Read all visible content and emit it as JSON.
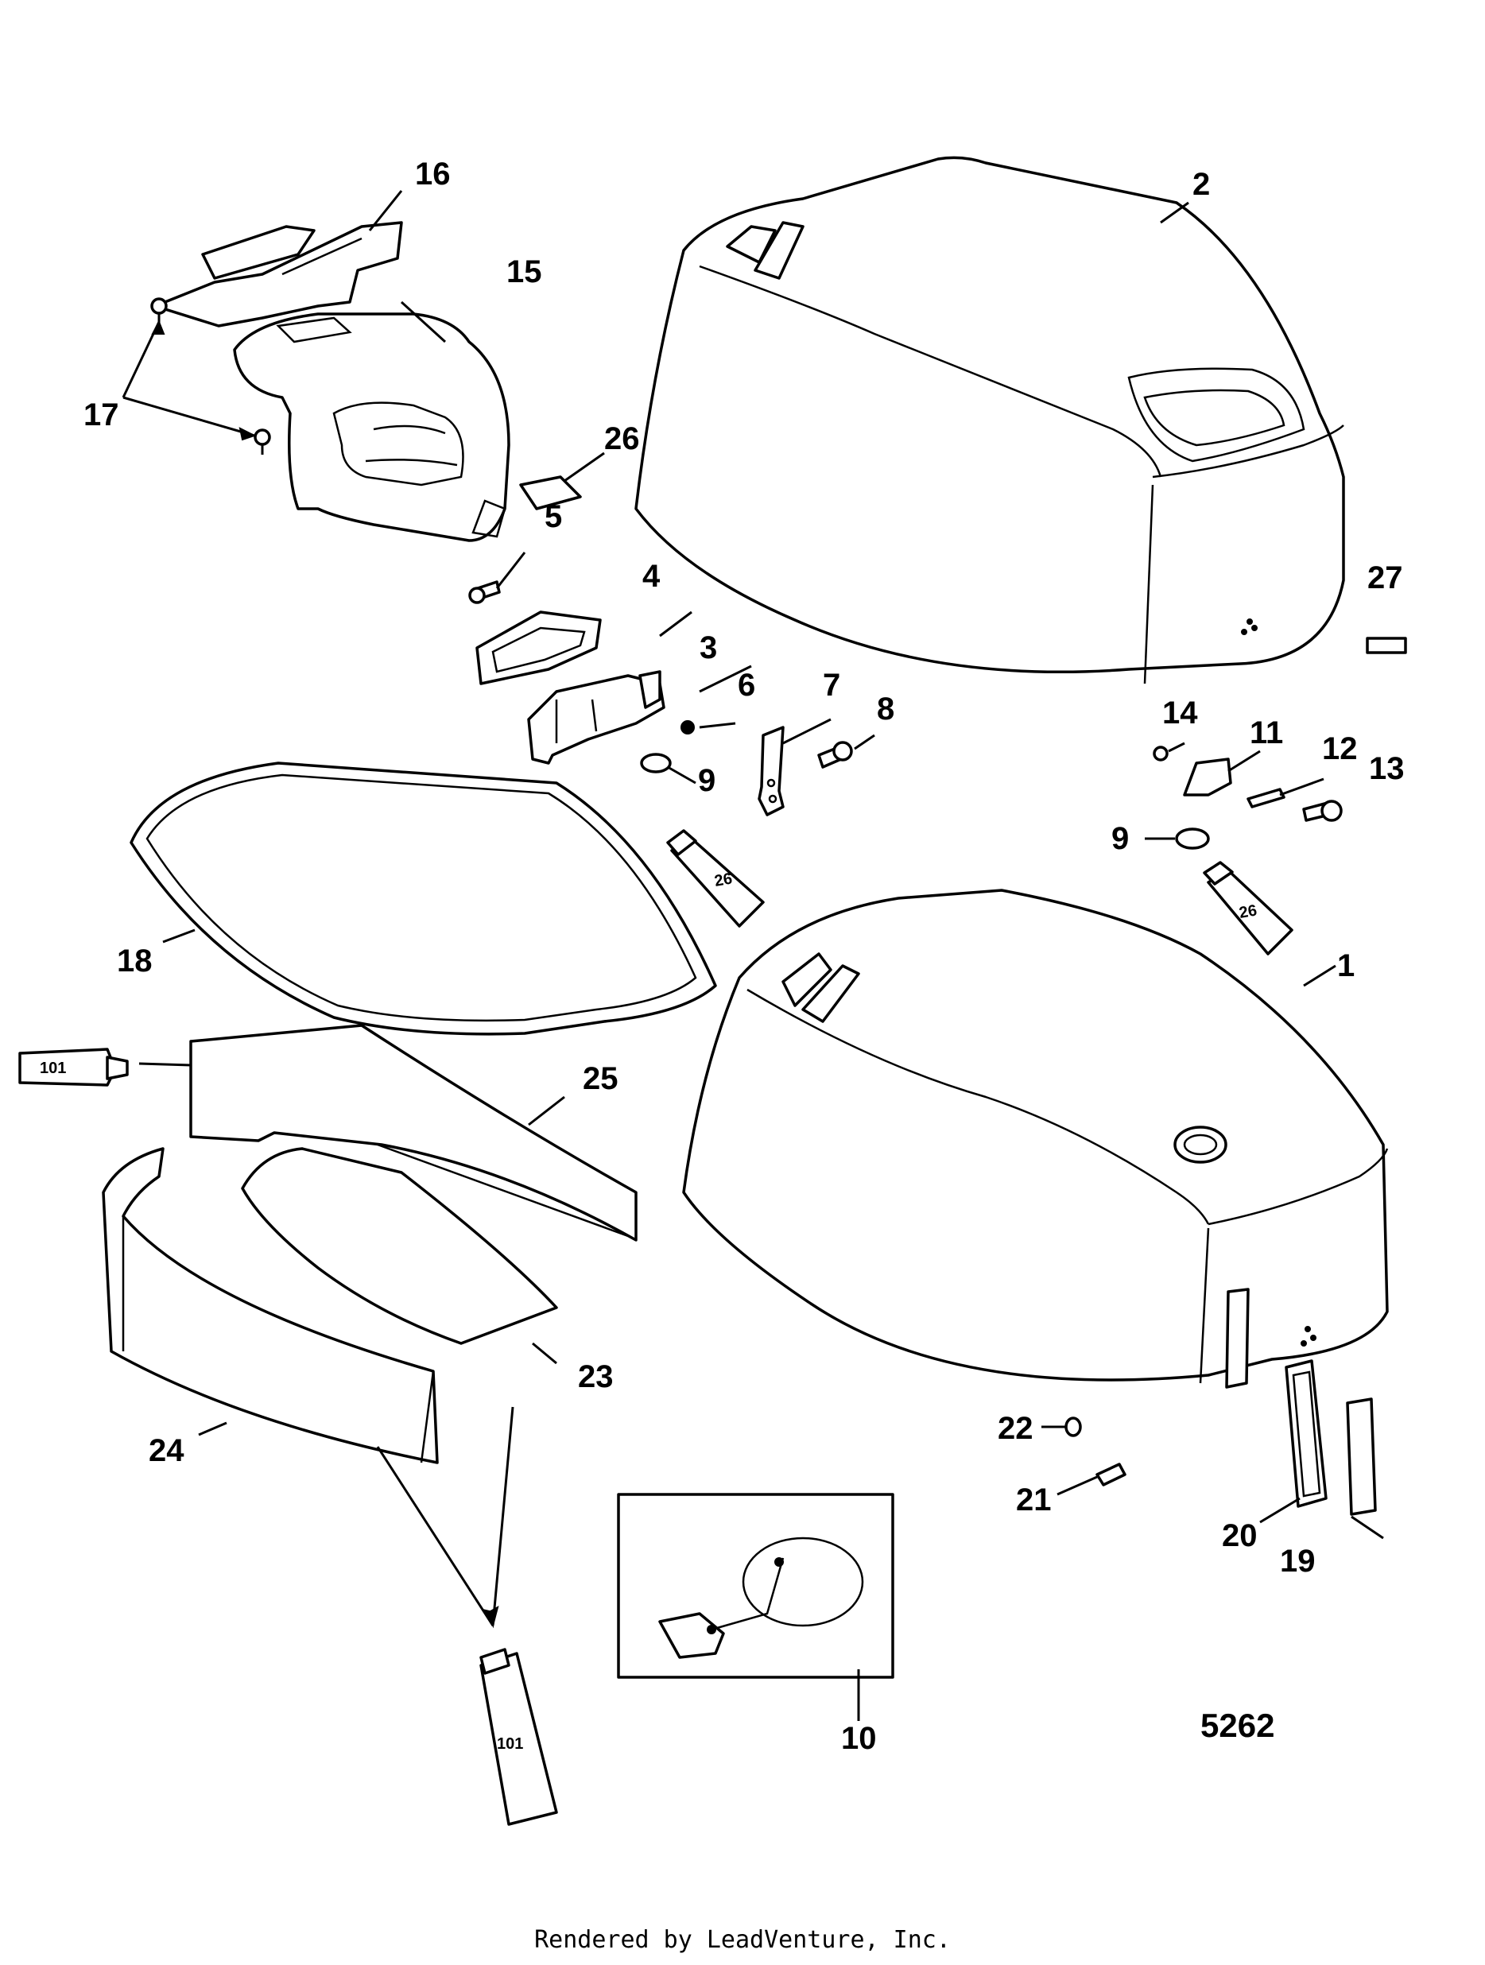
{
  "labels": {
    "l1": "1",
    "l2": "2",
    "l3": "3",
    "l4": "4",
    "l5": "5",
    "l6": "6",
    "l7": "7",
    "l8": "8",
    "l9a": "9",
    "l9b": "9",
    "l10": "10",
    "l11": "11",
    "l12": "12",
    "l13": "13",
    "l14": "14",
    "l15": "15",
    "l16": "16",
    "l17": "17",
    "l18": "18",
    "l19": "19",
    "l20": "20",
    "l21": "21",
    "l22": "22",
    "l23": "23",
    "l24": "24",
    "l25": "25",
    "l26": "26",
    "l27": "27"
  },
  "tubes": {
    "t26a": "26",
    "t26b": "26",
    "t101a": "101",
    "t101b": "101"
  },
  "figure_number": "5262",
  "footer": "Rendered by LeadVenture, Inc."
}
